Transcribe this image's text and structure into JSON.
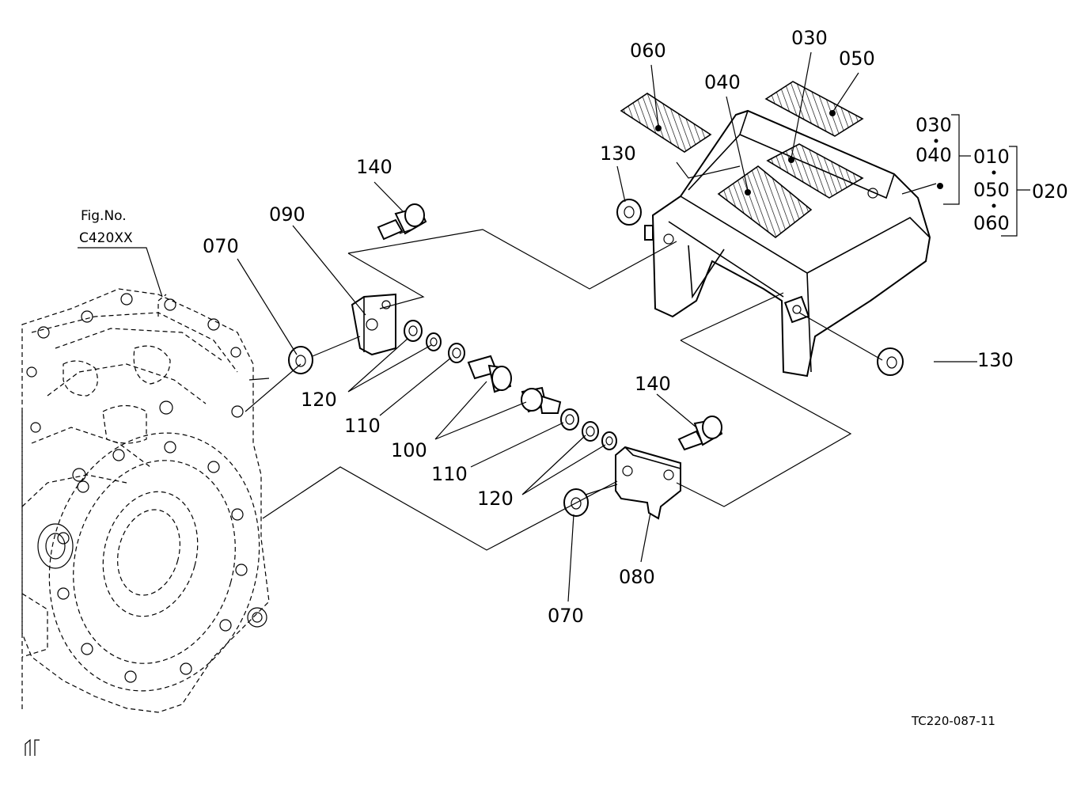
{
  "figure_ref": {
    "line1": "Fig.No.",
    "line2": "C420XX"
  },
  "drawing_code": "TC220-087-11",
  "callouts": {
    "p030": "030",
    "p040": "040",
    "p050": "050",
    "p060": "060",
    "p070_top": "070",
    "p070_bottom": "070",
    "p080": "080",
    "p090": "090",
    "p100": "100",
    "p110_top": "110",
    "p110_bottom": "110",
    "p120_top": "120",
    "p120_bottom": "120",
    "p130_top": "130",
    "p130_right": "130",
    "p140_top": "140",
    "p140_bottom": "140"
  },
  "assembly_key": {
    "a030": "030",
    "a040": "040",
    "a010": "010",
    "a050": "050",
    "a060": "060",
    "a020": "020"
  }
}
